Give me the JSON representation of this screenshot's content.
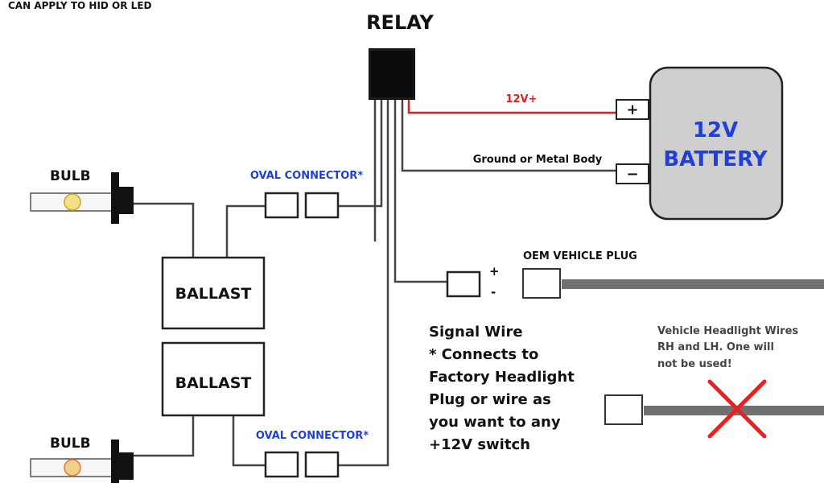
{
  "header": {
    "note": "CAN APPLY TO HID OR LED"
  },
  "relay": {
    "title": "RELAY"
  },
  "battery": {
    "line1": "12V",
    "line2": "BATTERY",
    "positive_symbol": "+",
    "negative_symbol": "−"
  },
  "wires": {
    "positive_label": "12V+",
    "ground_label": "Ground or Metal Body"
  },
  "bulbs": {
    "top_label": "BULB",
    "bottom_label": "BULB"
  },
  "ballasts": {
    "top_label": "BALLAST",
    "bottom_label": "BALLAST"
  },
  "connectors": {
    "top_label": "OVAL CONNECTOR*",
    "bottom_label": "OVAL CONNECTOR*"
  },
  "oem_plug": {
    "label": "OEM VEHICLE PLUG",
    "plus": "+",
    "minus": "-"
  },
  "signal_note": {
    "lines": [
      "Signal Wire",
      "* Connects to",
      "Factory Headlight",
      "Plug or wire as",
      "you want to any",
      "+12V switch"
    ]
  },
  "unused_wires_note": {
    "lines": [
      "Vehicle Headlight Wires",
      "RH and LH. One will",
      "not be used!"
    ]
  },
  "colors": {
    "positive_wire": "#e02020",
    "label_blue": "#1f3fd8",
    "cross": "#e82020",
    "battery_fill": "#cfcfcf"
  }
}
